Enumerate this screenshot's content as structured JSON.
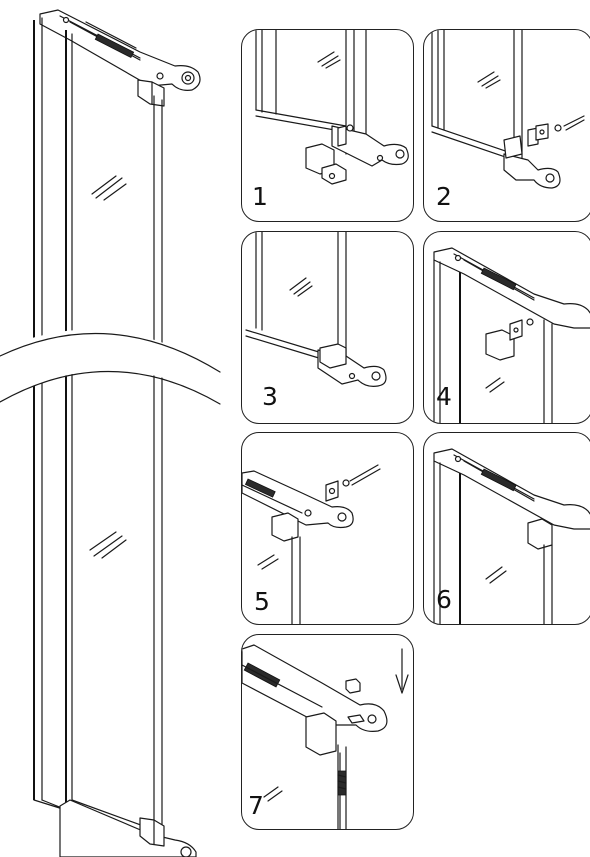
{
  "steps": [
    {
      "number": "1"
    },
    {
      "number": "2"
    },
    {
      "number": "3"
    },
    {
      "number": "4"
    },
    {
      "number": "5"
    },
    {
      "number": "6"
    },
    {
      "number": "7"
    }
  ],
  "glass_mark": "//"
}
